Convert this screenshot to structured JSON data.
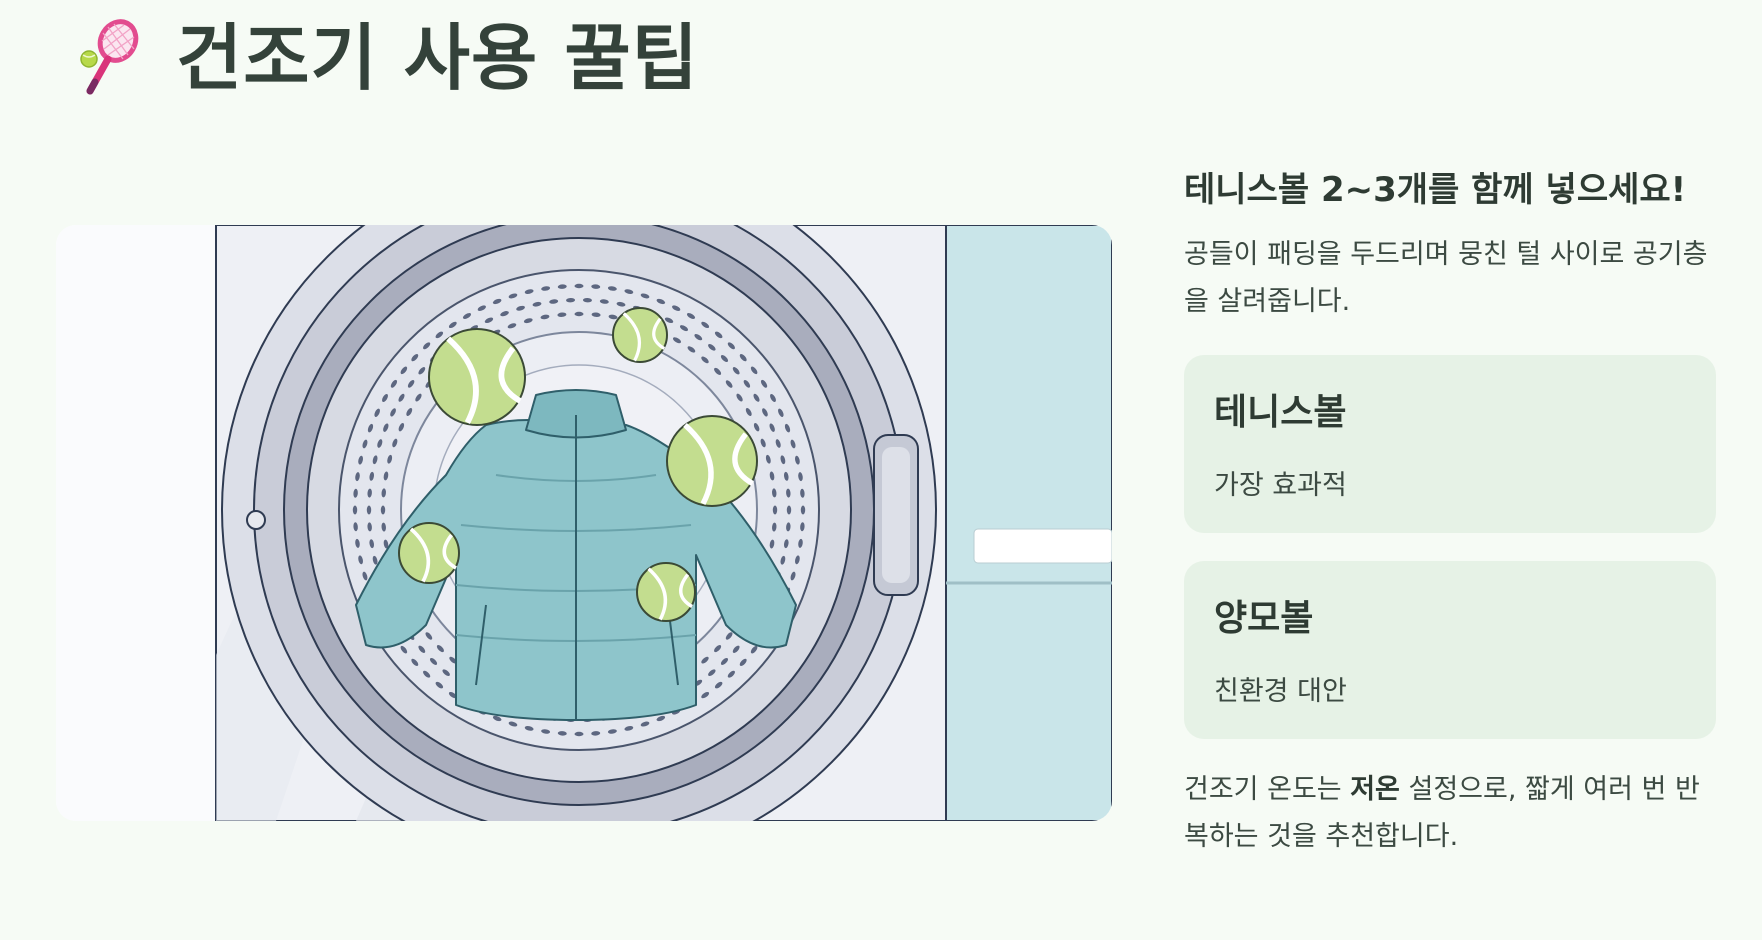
{
  "header": {
    "icon": "tennis-racket-icon",
    "title": "건조기 사용 꿀팁"
  },
  "hero_image": {
    "icon": "dryer-with-tennis-balls-illustration"
  },
  "tip": {
    "heading": "테니스볼 2~3개를 함께 넣으세요!",
    "description": "공들이 패딩을 두드리며 뭉친 털 사이로 공기층을 살려줍니다."
  },
  "cards": [
    {
      "title": "테니스볼",
      "subtitle": "가장 효과적"
    },
    {
      "title": "양모볼",
      "subtitle": "친환경 대안"
    }
  ],
  "note": {
    "prefix": "건조기 온도는 ",
    "emphasis": "저온",
    "suffix": " 설정으로, 짧게 여러 번 반복하는 것을 추천합니다."
  },
  "colors": {
    "background": "#f6fbf5",
    "card": "#e6f2e6",
    "text": "#2f3d35",
    "tennis_ball": "#c3dd8f",
    "jacket": "#8ec5cb"
  }
}
